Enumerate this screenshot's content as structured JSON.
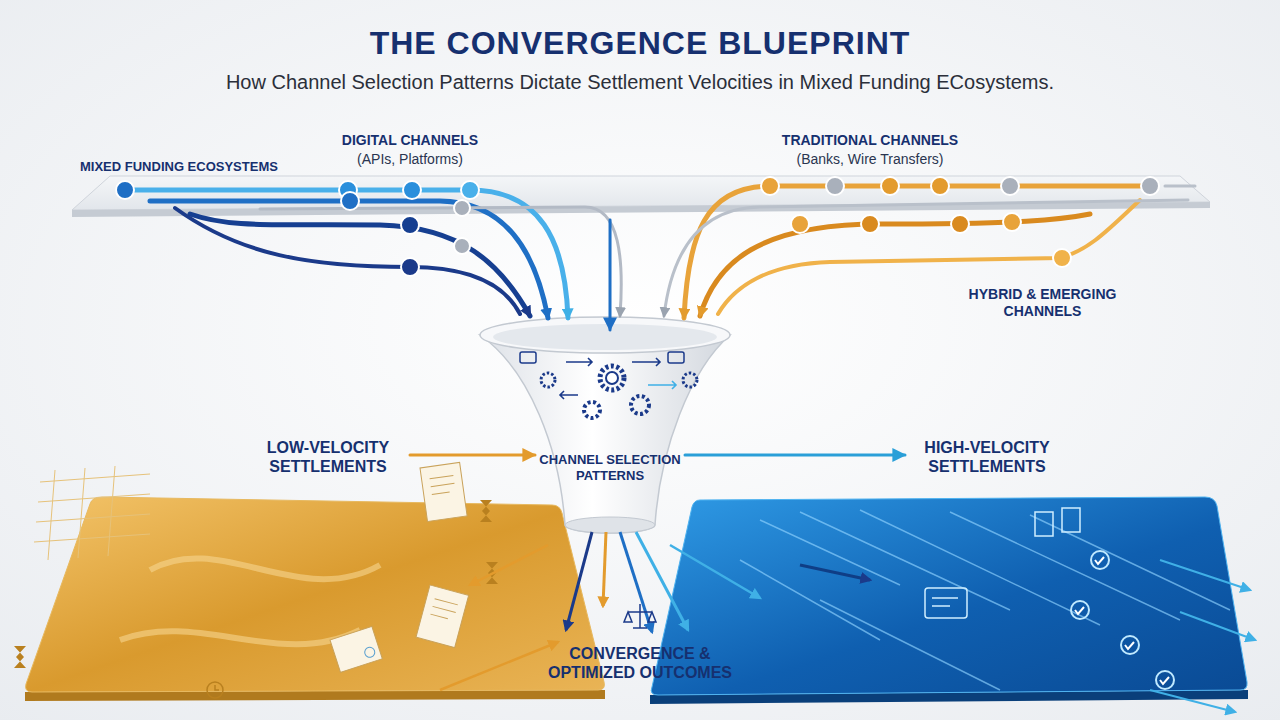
{
  "diagram": {
    "title": "THE CONVERGENCE BLUEPRINT",
    "caption": "How Channel Selection Patterns Dictate Settlement Velocities in Mixed Funding ECosystems.",
    "nodes": [
      {
        "text": [
          "MIXED FUNDING ECOSYSTEMS"
        ]
      },
      {
        "text": [
          "CHANNEL SELECTION PATTERNS"
        ]
      },
      {
        "text": [
          "LOW-VELOCITY SETTLEMENTS"
        ]
      },
      {
        "text": [
          "HIGH-VELOCITY SETTLEMENTS"
        ]
      }
    ],
    "edges": [
      {
        "from": 0,
        "to": 1,
        "arrow": "to"
      },
      {
        "from": 2,
        "to": 1,
        "arrow": "to"
      },
      {
        "from": 1,
        "to": 3,
        "arrow": "to"
      }
    ],
    "labels": [
      "DIGITAL CHANNELS",
      "(APIs, Platforms)",
      "TRADITIONAL CHANNELS",
      "(Banks, Wire Transfers)",
      "HYBRID & EMERGING CHANNELS",
      "CONVERGENCE & OPTIMIZED OUTCOMES"
    ]
  }
}
